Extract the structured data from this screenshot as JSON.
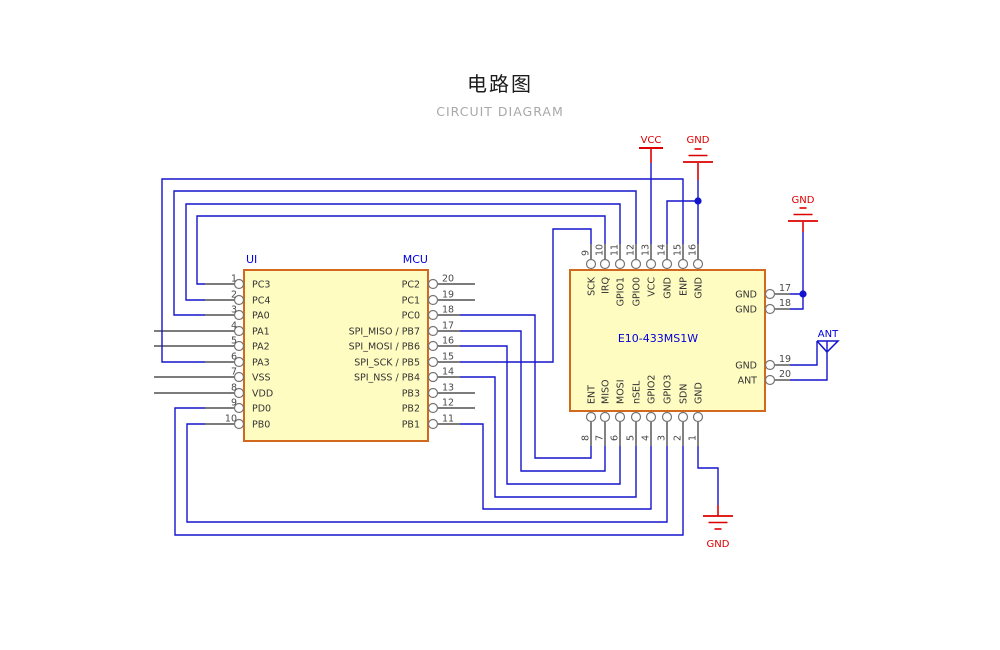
{
  "title": "电路图",
  "subtitle": "CIRCUIT DIAGRAM",
  "mcu": {
    "label_left": "UI",
    "label_right": "MCU",
    "left_pins": [
      {
        "num": "1",
        "name": "PC3"
      },
      {
        "num": "2",
        "name": "PC4"
      },
      {
        "num": "3",
        "name": "PA0"
      },
      {
        "num": "4",
        "name": "PA1"
      },
      {
        "num": "5",
        "name": "PA2"
      },
      {
        "num": "6",
        "name": "PA3"
      },
      {
        "num": "7",
        "name": "VSS"
      },
      {
        "num": "8",
        "name": "VDD"
      },
      {
        "num": "9",
        "name": "PD0"
      },
      {
        "num": "10",
        "name": "PB0"
      }
    ],
    "right_pins": [
      {
        "num": "20",
        "name": "PC2"
      },
      {
        "num": "19",
        "name": "PC1"
      },
      {
        "num": "18",
        "name": "PC0"
      },
      {
        "num": "17",
        "name": "SPI_MISO / PB7"
      },
      {
        "num": "16",
        "name": "SPI_MOSI / PB6"
      },
      {
        "num": "15",
        "name": "SPI_SCK / PB5"
      },
      {
        "num": "14",
        "name": "SPI_NSS / PB4"
      },
      {
        "num": "13",
        "name": "PB3"
      },
      {
        "num": "12",
        "name": "PB2"
      },
      {
        "num": "11",
        "name": "PB1"
      }
    ]
  },
  "module": {
    "name": "E10-433MS1W",
    "top_pins": [
      {
        "num": "9",
        "name": "SCK"
      },
      {
        "num": "10",
        "name": "IRQ"
      },
      {
        "num": "11",
        "name": "GPIO1"
      },
      {
        "num": "12",
        "name": "GPIO0"
      },
      {
        "num": "13",
        "name": "VCC"
      },
      {
        "num": "14",
        "name": "GND"
      },
      {
        "num": "15",
        "name": "ENP"
      },
      {
        "num": "16",
        "name": "GND"
      }
    ],
    "bottom_pins": [
      {
        "num": "8",
        "name": "ENT"
      },
      {
        "num": "7",
        "name": "MISO"
      },
      {
        "num": "6",
        "name": "MOSI"
      },
      {
        "num": "5",
        "name": "nSEL"
      },
      {
        "num": "4",
        "name": "GPIO2"
      },
      {
        "num": "3",
        "name": "GPIO3"
      },
      {
        "num": "2",
        "name": "SDN"
      },
      {
        "num": "1",
        "name": "GND"
      }
    ],
    "right_pins": [
      {
        "num": "17",
        "name": "GND"
      },
      {
        "num": "18",
        "name": "GND"
      },
      {
        "num": "19",
        "name": "GND"
      },
      {
        "num": "20",
        "name": "ANT"
      }
    ]
  },
  "power_symbols": {
    "vcc": "VCC",
    "gnd_top": "GND",
    "gnd_right": "GND",
    "gnd_bottom": "GND",
    "antenna": "ANT"
  },
  "nets": [
    {
      "from": "UI.PC3",
      "to": "E10.IRQ"
    },
    {
      "from": "UI.PC4",
      "to": "E10.GPIO1"
    },
    {
      "from": "UI.PA0",
      "to": "E10.GPIO0"
    },
    {
      "from": "UI.PA3",
      "to": "E10.ENP"
    },
    {
      "from": "UI.PD0",
      "to": "E10.SDN"
    },
    {
      "from": "UI.PB0",
      "to": "E10.GPIO3"
    },
    {
      "from": "UI.PC0",
      "to": "E10.ENT"
    },
    {
      "from": "UI.SPI_MISO/PB7",
      "to": "E10.MISO"
    },
    {
      "from": "UI.SPI_MOSI/PB6",
      "to": "E10.MOSI"
    },
    {
      "from": "UI.SPI_SCK/PB5",
      "to": "E10.SCK"
    },
    {
      "from": "UI.SPI_NSS/PB4",
      "to": "E10.nSEL"
    },
    {
      "from": "UI.PB1",
      "to": "E10.GPIO2"
    },
    {
      "from": "E10.VCC(13)",
      "to": "VCC"
    },
    {
      "from": "E10.GND(14)",
      "to": "GND"
    },
    {
      "from": "E10.GND(16)",
      "to": "GND"
    },
    {
      "from": "E10.GND(17)",
      "to": "GND"
    },
    {
      "from": "E10.GND(18)",
      "to": "GND"
    },
    {
      "from": "E10.GND(1)",
      "to": "GND"
    },
    {
      "from": "E10.ANT(20)",
      "to": "ANT"
    },
    {
      "from": "E10.GND(19)",
      "to": "ANT"
    }
  ],
  "colors": {
    "wire": "#1414cc",
    "power": "#dd0000",
    "chip_fill": "#fffcc2",
    "chip_border": "#d2691e",
    "label_blue": "#0000dd",
    "pin_text": "#333333",
    "num_text": "#4a4a4a",
    "stub": "#2e2e2e",
    "circle": "#757575"
  }
}
